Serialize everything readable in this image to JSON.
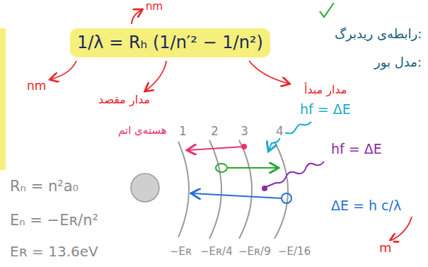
{
  "diagram": {
    "nodes": [
      {
        "text": [
          "1/λ = Rₕ (1/n′² − 1/n²)"
        ]
      }
    ],
    "labels": [
      "nm",
      "رابطه‌ی ریدبرگ:",
      "مدل بور:",
      "nm",
      "مدار مقصد",
      "مدار مبدأ",
      "هسته‌ی اتم",
      "1",
      "2",
      "3",
      "4",
      "hf = ΔE",
      "hf = ΔE",
      "ΔE = h c/λ",
      "m",
      "Rₙ = n²a₀",
      "Eₙ = −Eʀ/n²",
      "Eʀ = 13.6eV",
      "−Eʀ",
      "−Eʀ/4",
      "−Eʀ/9",
      "−E/16"
    ]
  }
}
